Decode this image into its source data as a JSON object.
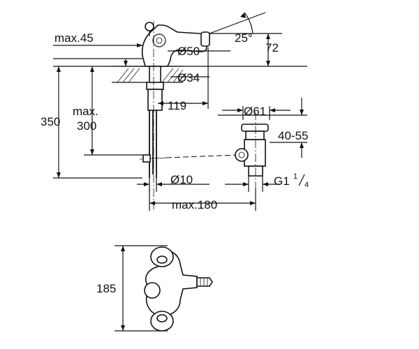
{
  "labels": {
    "max45": "max.45",
    "angle": "25°",
    "h72": "72",
    "d50": "Ø50",
    "d34": "Ø34",
    "h350": "350",
    "max_text": "max.",
    "h300": "300",
    "w119": "119",
    "d61": "Ø61",
    "r4055": "40-55",
    "d10": "Ø10",
    "thread_main": "G1",
    "thread_num": "1",
    "thread_den": "4",
    "max180": "max.180",
    "w185": "185"
  }
}
